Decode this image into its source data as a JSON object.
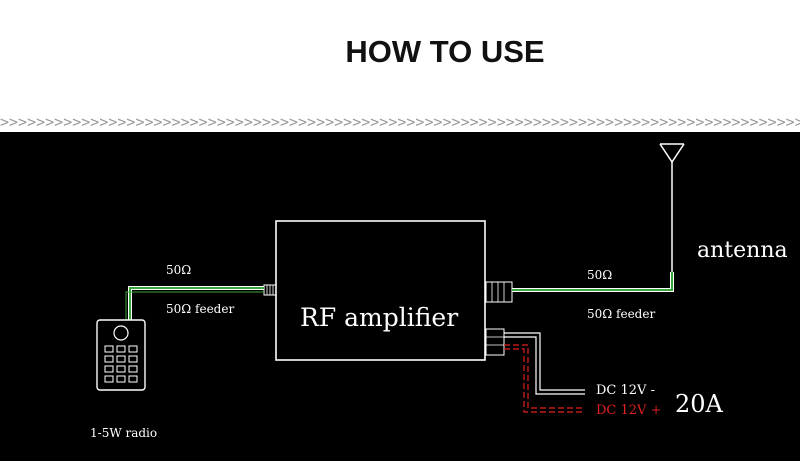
{
  "page": {
    "title": "HOW TO USE",
    "divider_pattern": ">"
  },
  "diagram": {
    "amplifier_label": "RF amplifier",
    "antenna_label": "antenna",
    "radio_label": "1-5W radio",
    "left_impedance": "50Ω",
    "left_feeder": "50Ω  feeder",
    "right_impedance": "50Ω",
    "right_feeder": "50Ω  feeder",
    "dc_negative": "DC 12V  -",
    "dc_positive": "DC 12V  +",
    "current": "20A"
  },
  "colors": {
    "background": "#000000",
    "wire": "#ffffff",
    "feeder_green": "#3aa53a",
    "positive_red": "#e02020"
  }
}
